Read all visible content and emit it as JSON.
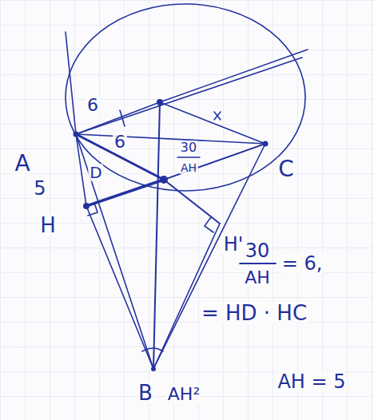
{
  "diagram": {
    "labels": [
      "A",
      "C",
      "B",
      "H",
      "H'",
      "D",
      "5",
      "6",
      "6",
      "30",
      "AH",
      "30",
      "AH",
      "= 6,",
      "= HD · HC",
      "AH²",
      "AH = 5"
    ]
  }
}
